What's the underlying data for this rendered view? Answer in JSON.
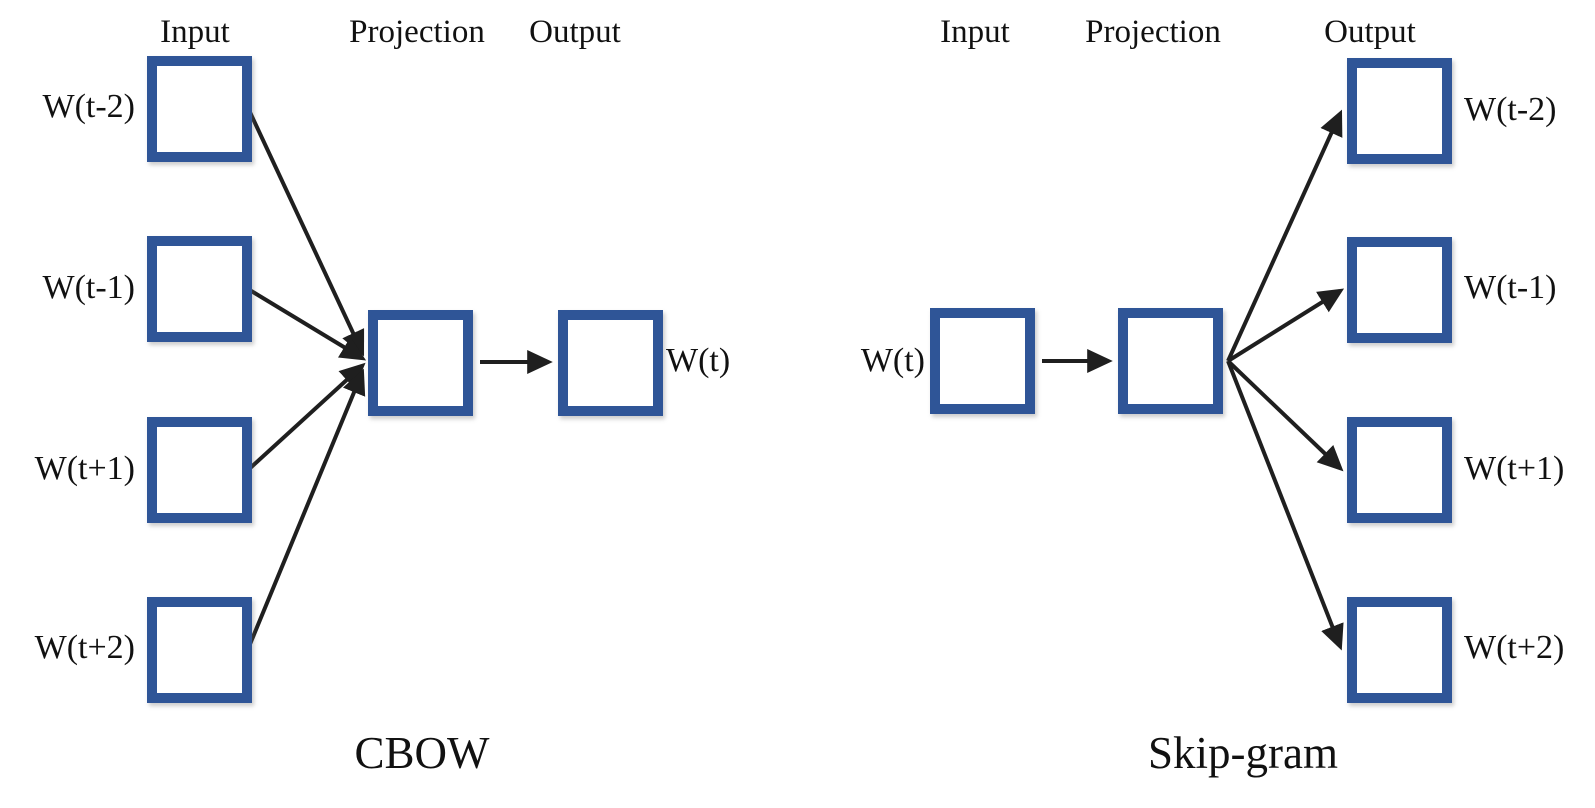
{
  "figure": {
    "description_visible_text_only": true,
    "colors": {
      "background": "#FFFFFF",
      "box_border": "#2F5597",
      "arrow": "#1F1F1F",
      "text": "#111111"
    }
  },
  "cbow": {
    "title": "CBOW",
    "headers": {
      "input": "Input",
      "projection": "Projection",
      "output": "Output"
    },
    "input_labels": [
      "W(t-2)",
      "W(t-1)",
      "W(t+1)",
      "W(t+2)"
    ],
    "output_label": "W(t)"
  },
  "skipgram": {
    "title": "Skip-gram",
    "headers": {
      "input": "Input",
      "projection": "Projection",
      "output": "Output"
    },
    "input_label": "W(t)",
    "output_labels": [
      "W(t-2)",
      "W(t-1)",
      "W(t+1)",
      "W(t+2)"
    ]
  }
}
